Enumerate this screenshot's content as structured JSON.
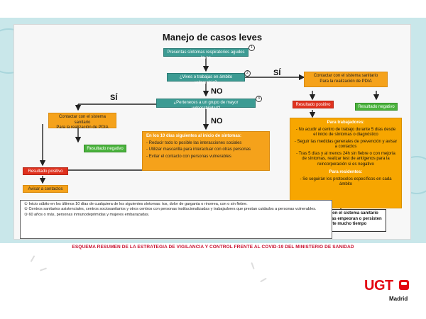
{
  "diagram": {
    "title": "Manejo de casos leves",
    "steps": {
      "symptoms": "Presentas síntomas respiratorios agudos leves",
      "vulnerable_work": "¿Vives o trabajas en ámbito vulnerable?",
      "vulnerable_group": "¿Perteneces a un grupo de mayor vulnerabilidad?",
      "contact_right": "Contactar con el sistema sanitario\nPara la realización de PDIA",
      "contact_left": "Contactar con el sistema sanitario\nPara la realización de PDIA",
      "result_pos_right": "Resultado positivo",
      "result_neg_right": "Resultado negativo",
      "result_neg_left": "Resultado negativo",
      "result_pos_left": "Resultado positivo",
      "notify_contacts": "Avisar a contactos",
      "worsen": "Contactar con el sistema sanitario\nsi los síntomas empeoran o persisten\ndurante mucho tiempo"
    },
    "labels": {
      "yes1": "SÍ",
      "yes2": "SÍ",
      "no1": "NO",
      "no2": "NO"
    },
    "numbers": [
      "1",
      "2",
      "3"
    ],
    "ten_days": {
      "heading": "En los 10 días siguientes al inicio de síntomas:",
      "items": [
        "- Reducir todo lo posible las interacciones sociales",
        "- Utilizar mascarilla para interactuar con otras personas",
        "- Evitar el contacto con personas vulnerables"
      ]
    },
    "workers": {
      "heading": "Para trabajadores:",
      "items": [
        "- No acudir al centro de trabajo durante 5 días desde el inicio de síntomas o diagnóstico",
        "- Seguir las medidas generales de prevención y avisar a contactos",
        "- Tras 5 días y al menos 24h sin fiebre o con mejoría de síntomas, realizar test de antígenos para la reincorporación si es negativo"
      ],
      "residents_heading": "Para residentes:",
      "residents_item": "- Se seguirán los protocolos específicos en cada ámbito"
    },
    "notes": [
      "① Inicio súbito en los últimos 10 días de cualquiera de los siguientes síntomas: tos, dolor de garganta o rinorrea, con o sin fiebre.",
      "② Centros sanitarios asistenciales, centros sociosanitarios y otros centros con personas institucionalizadas y trabajadores que prestan cuidados a personas vulnerables.",
      "③ 60 años o más, personas inmunodeprimidas y mujeres embarazadas."
    ]
  },
  "caption": "ESQUEMA RESUMEN  DE LA ESTRATEGIA DE VIGILANCIA  Y CONTROL FRENTE AL COVID-19 DEL MINISTERIO DE SANIDAD",
  "logo": {
    "brand": "UGT",
    "region": "Madrid"
  },
  "colors": {
    "teal": "#3c9b93",
    "orange": "#f5a21b",
    "red": "#e0321f",
    "green": "#4ab23d",
    "caption_red": "#c8102e",
    "brand_red": "#e30613"
  }
}
